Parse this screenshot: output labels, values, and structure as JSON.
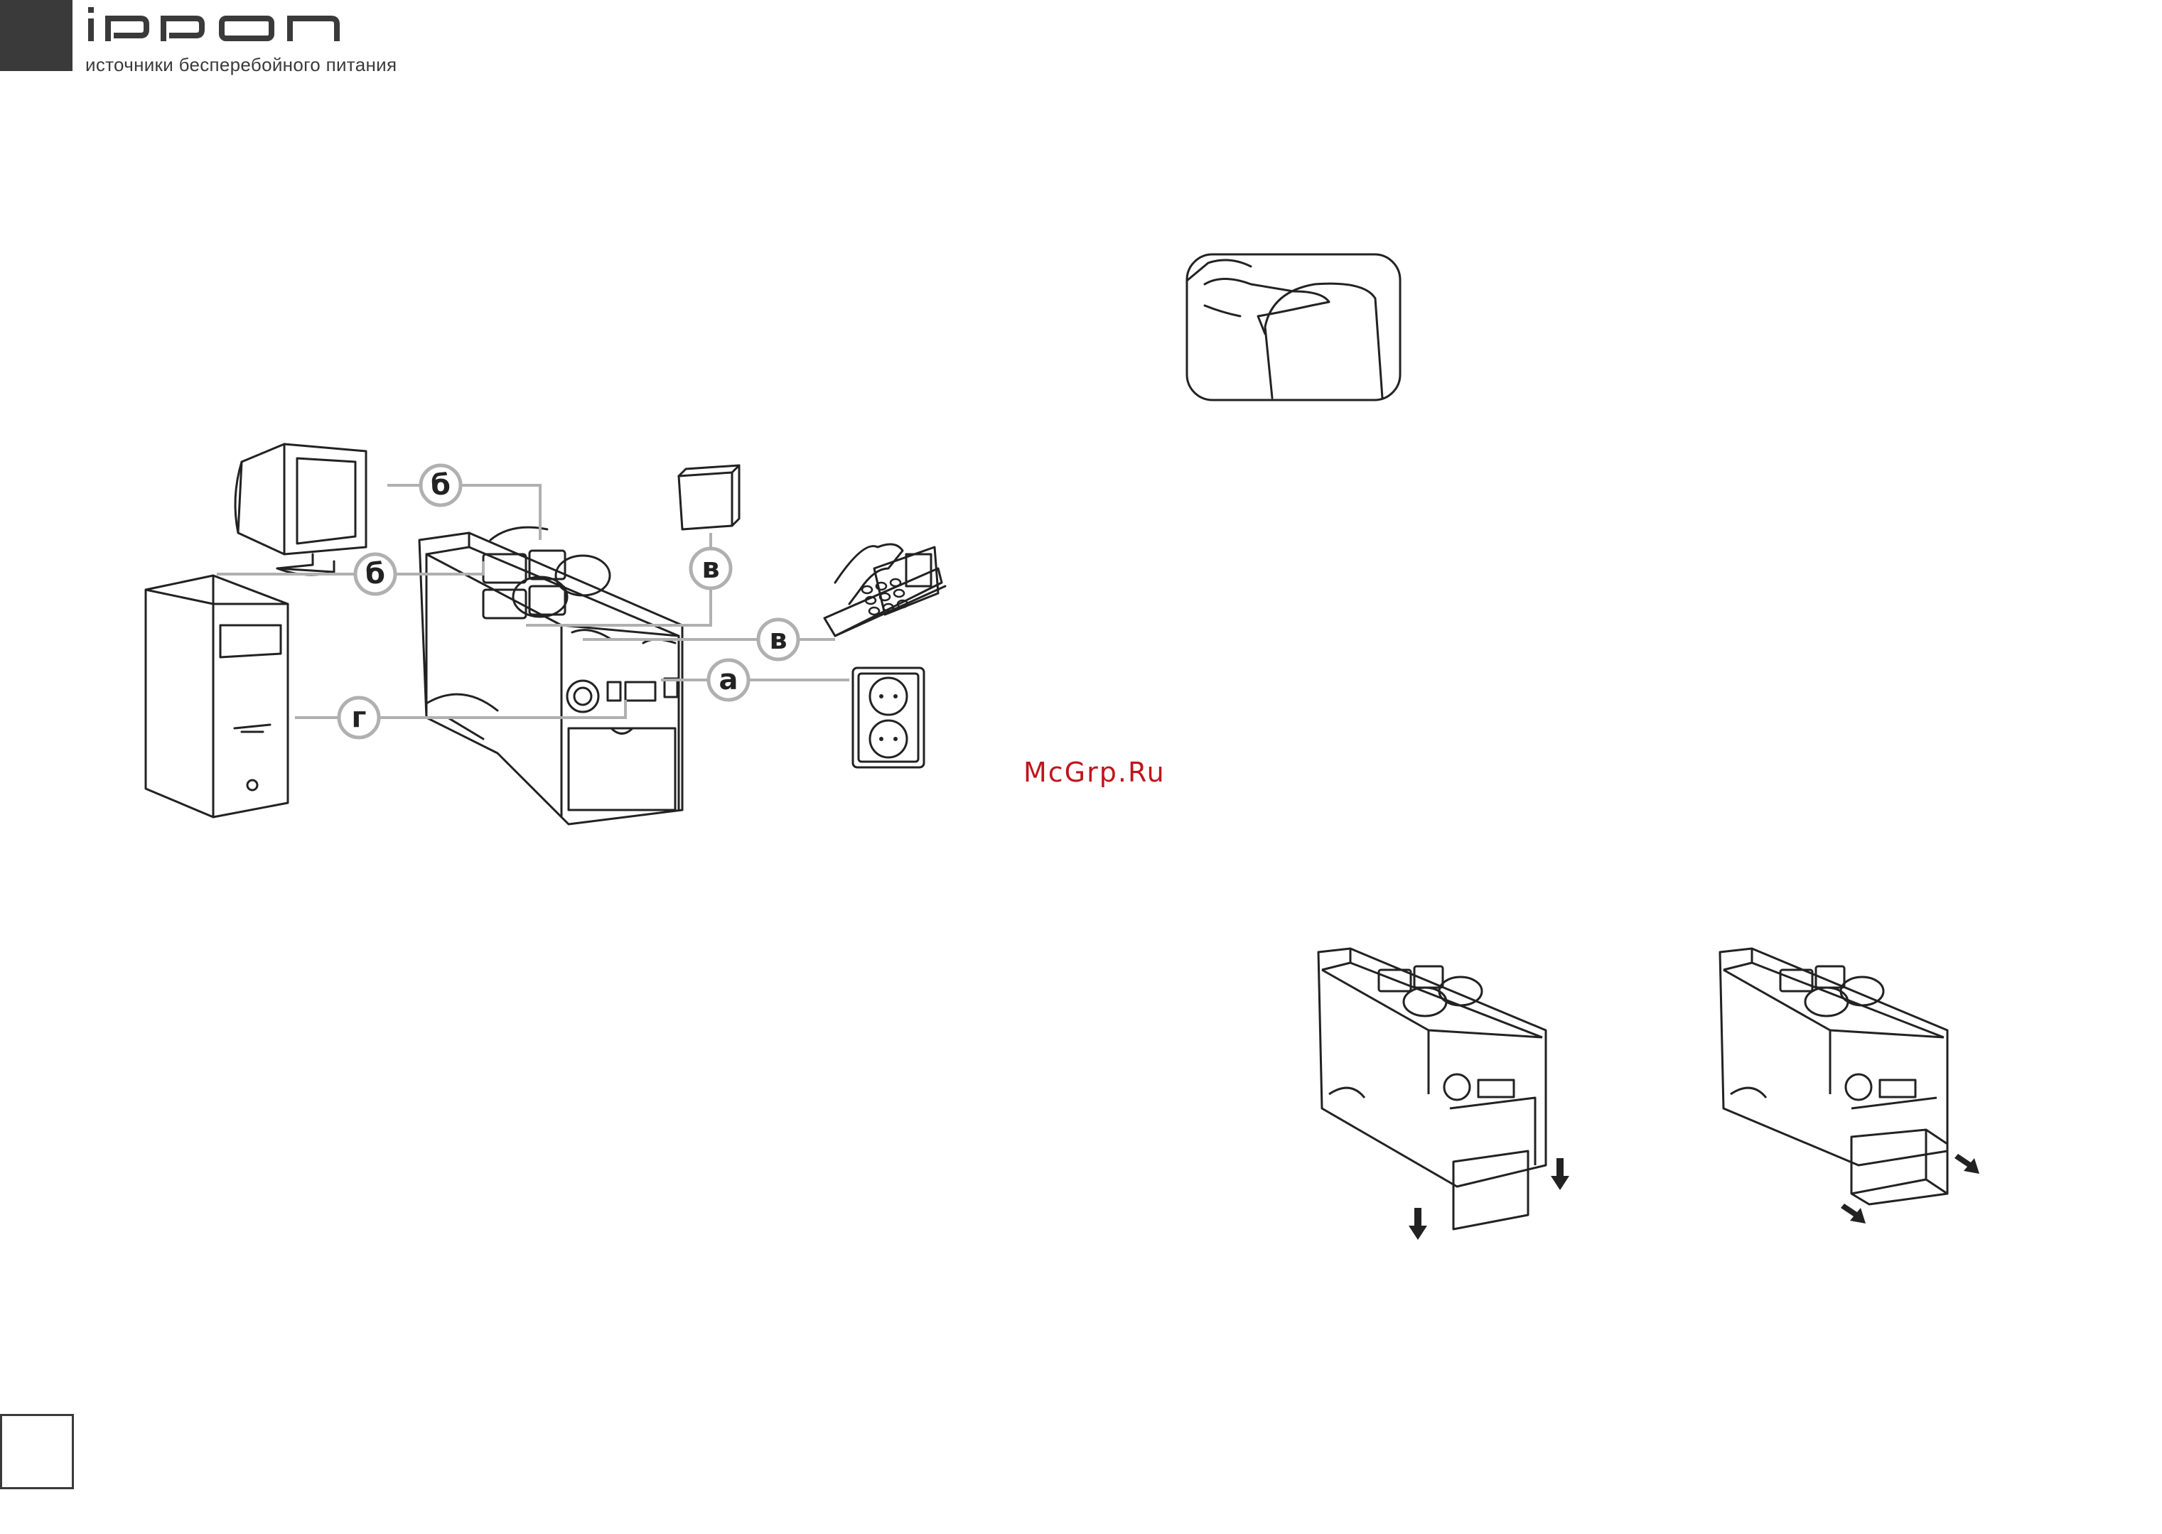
{
  "header": {
    "brand": "ippon",
    "tagline": "источники бесперебойного питания"
  },
  "watermark": "McGrp.Ru",
  "connection_diagram": {
    "labels": {
      "a": "а",
      "b": "б",
      "v": "в",
      "g": "г"
    }
  },
  "colors": {
    "brand_dark": "#3a3a3a",
    "watermark_red": "#c0141c",
    "callout_gray": "#b0b0b0"
  }
}
